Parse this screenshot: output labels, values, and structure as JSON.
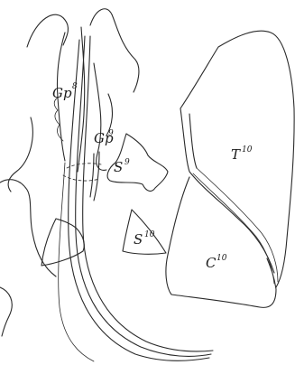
{
  "figure": {
    "background": "#ffffff",
    "ink": "#2a2a2a",
    "labels": [
      {
        "id": "gp8",
        "base": "Gp",
        "sup": "8"
      },
      {
        "id": "gp9",
        "base": "Gp",
        "sup": "9"
      },
      {
        "id": "s9",
        "base": "S",
        "sup": "9"
      },
      {
        "id": "s10",
        "base": "S",
        "sup": "10"
      },
      {
        "id": "t10",
        "base": "T",
        "sup": "10"
      },
      {
        "id": "c10",
        "base": "C",
        "sup": "10"
      }
    ]
  }
}
